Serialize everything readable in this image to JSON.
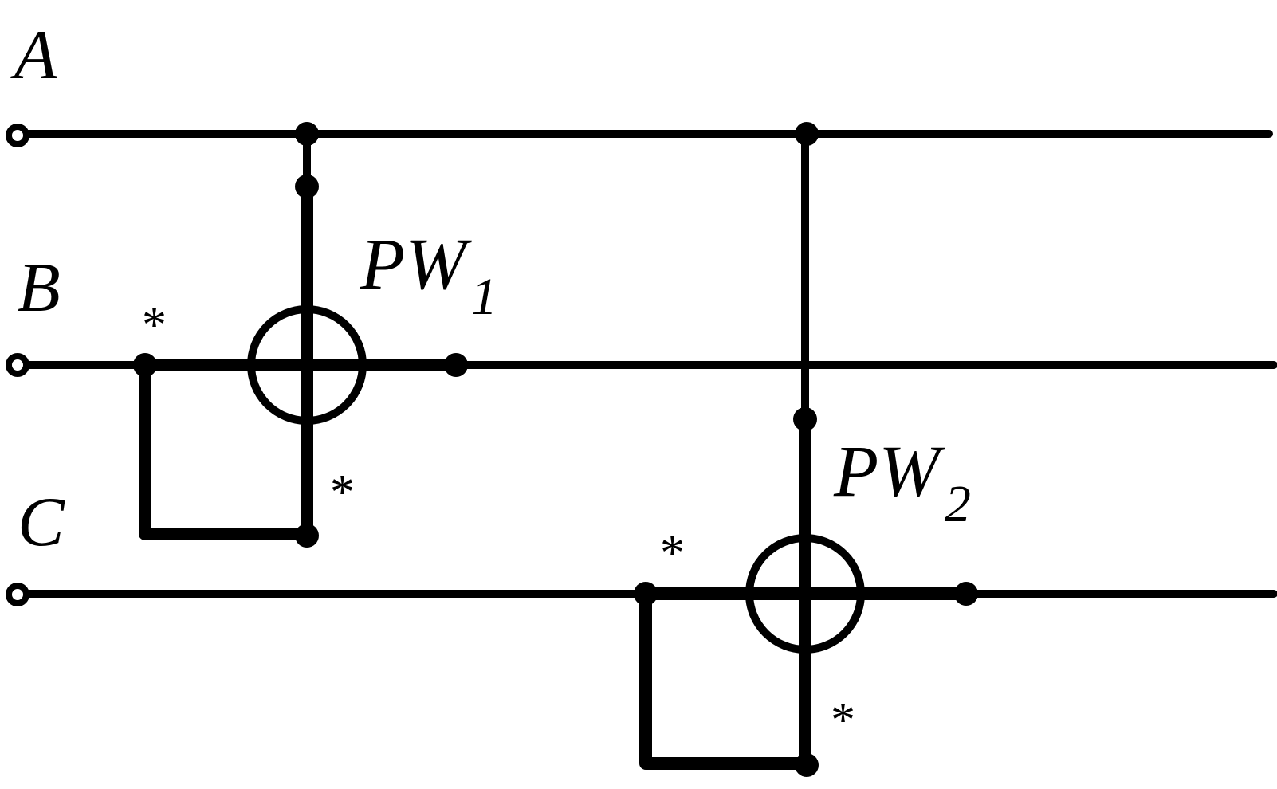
{
  "phases": {
    "a": "A",
    "b": "B",
    "c": "C"
  },
  "meters": {
    "pw1": {
      "prefix": "PW",
      "sub": "1"
    },
    "pw2": {
      "prefix": "PW",
      "sub": "2"
    }
  },
  "polarity_mark": "*",
  "colors": {
    "ink": "#000000",
    "background": "#ffffff"
  }
}
